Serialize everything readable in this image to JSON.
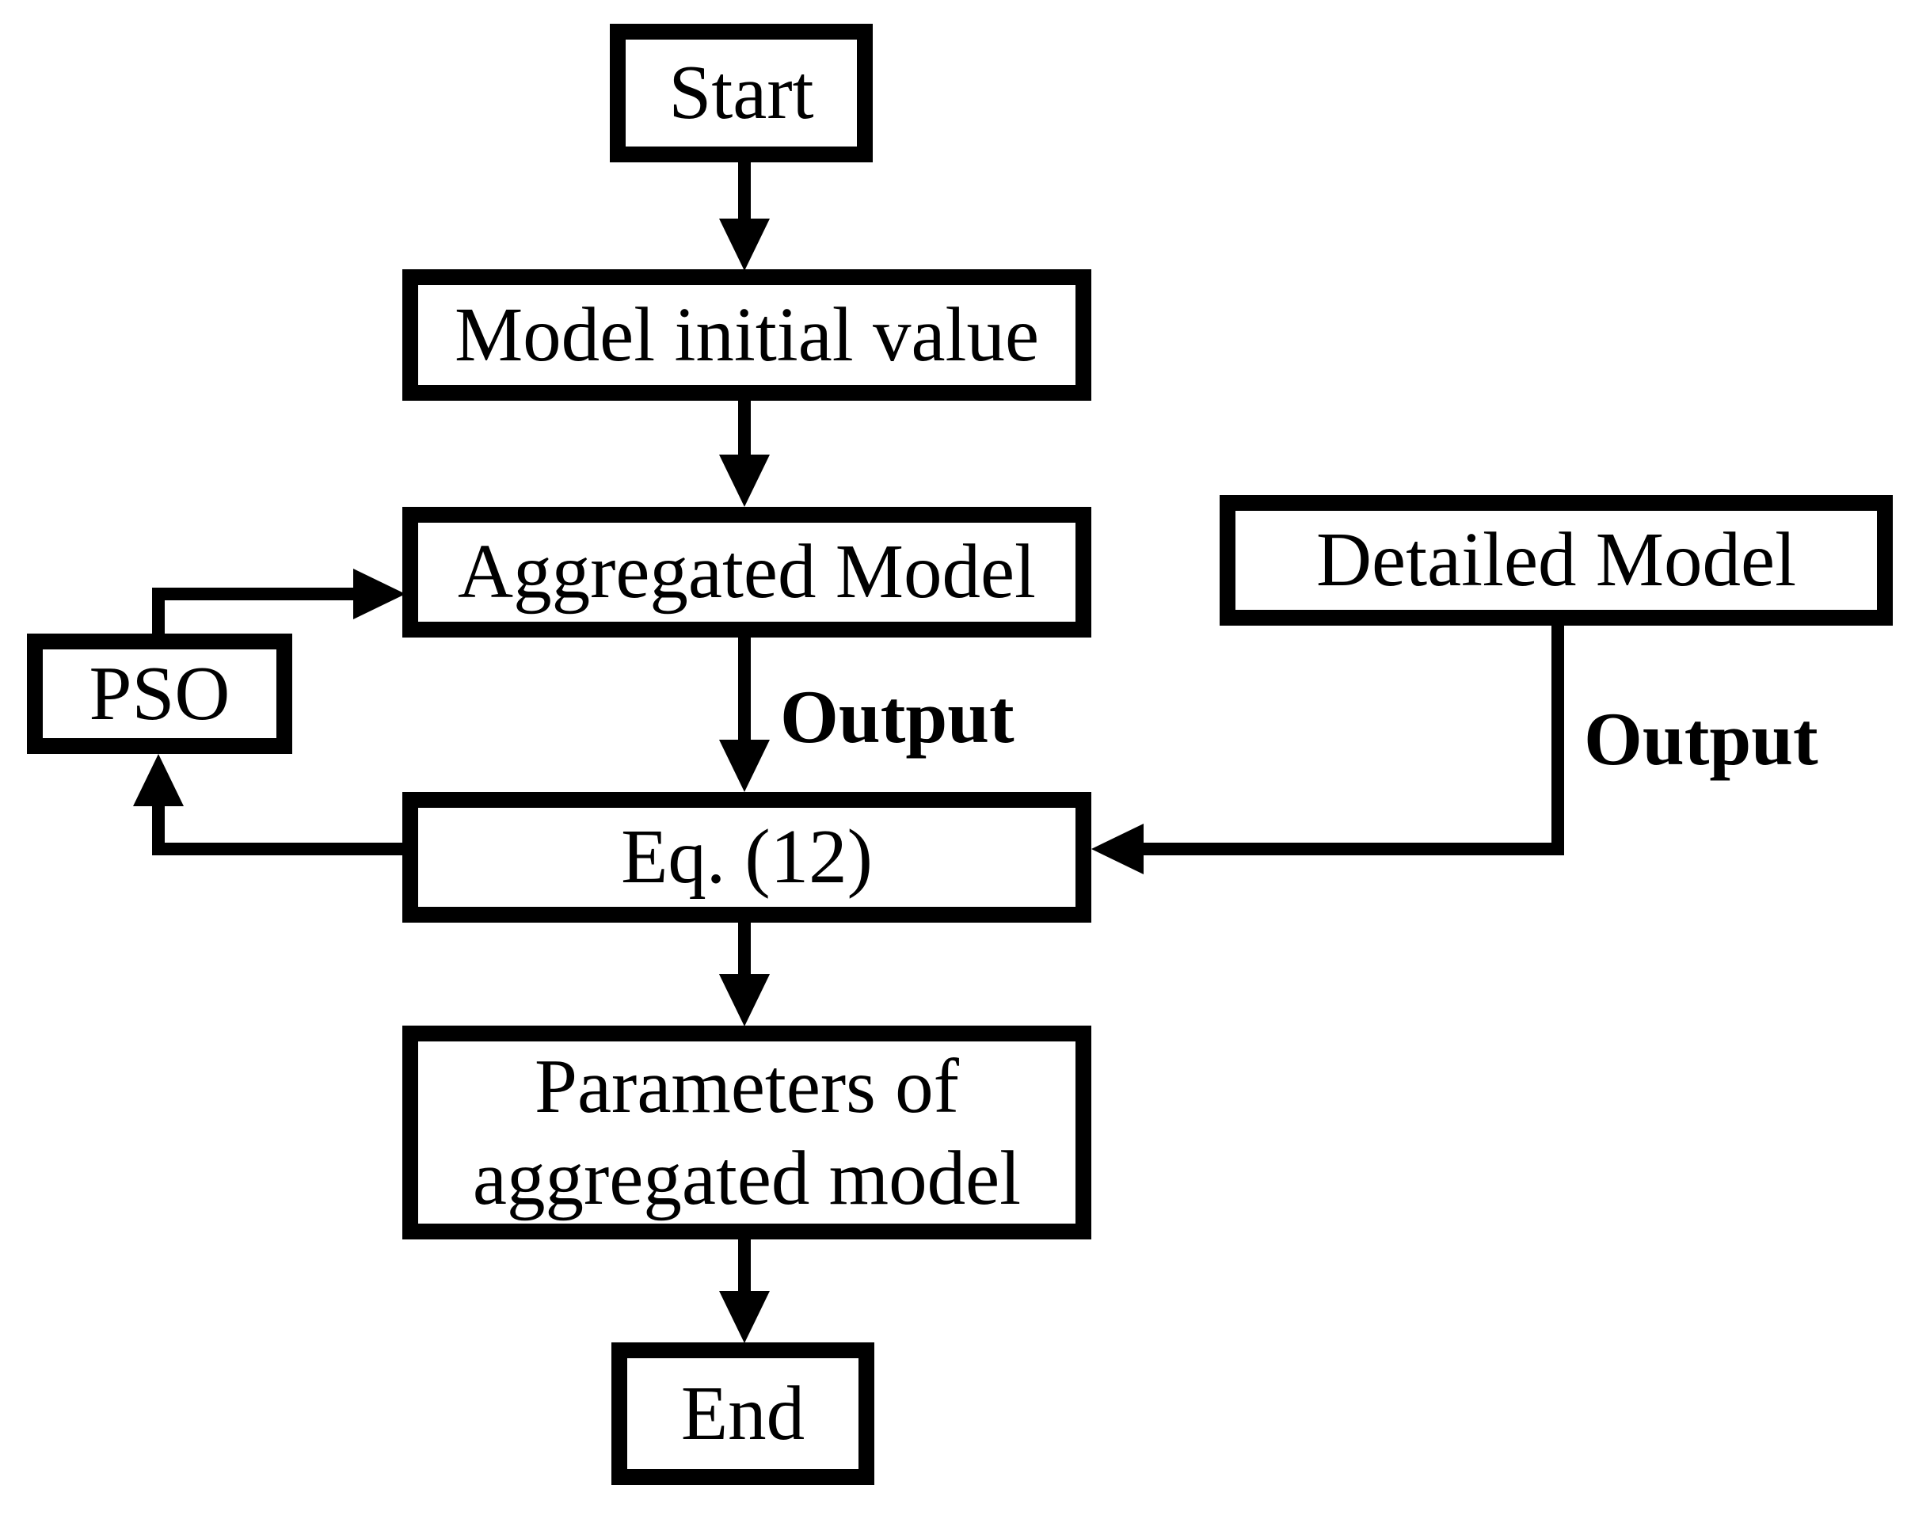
{
  "diagram": {
    "type": "flowchart",
    "background_color": "#ffffff",
    "stroke_color": "#000000",
    "text_color": "#000000",
    "nodes": [
      {
        "id": "start",
        "label": "Start"
      },
      {
        "id": "model-initial-value",
        "label": "Model initial value"
      },
      {
        "id": "aggregated-model",
        "label": "Aggregated Model"
      },
      {
        "id": "detailed-model",
        "label": "Detailed Model"
      },
      {
        "id": "pso",
        "label": "PSO"
      },
      {
        "id": "eq-12",
        "label": "Eq. (12)"
      },
      {
        "id": "parameters",
        "label": "Parameters of aggregated model"
      },
      {
        "id": "end",
        "label": "End"
      }
    ],
    "edges": [
      {
        "from": "start",
        "to": "model-initial-value",
        "label": ""
      },
      {
        "from": "model-initial-value",
        "to": "aggregated-model",
        "label": ""
      },
      {
        "from": "aggregated-model",
        "to": "eq-12",
        "label": "Output"
      },
      {
        "from": "detailed-model",
        "to": "eq-12",
        "label": "Output"
      },
      {
        "from": "eq-12",
        "to": "pso",
        "label": ""
      },
      {
        "from": "pso",
        "to": "aggregated-model",
        "label": ""
      },
      {
        "from": "eq-12",
        "to": "parameters",
        "label": ""
      },
      {
        "from": "parameters",
        "to": "end",
        "label": ""
      }
    ]
  }
}
